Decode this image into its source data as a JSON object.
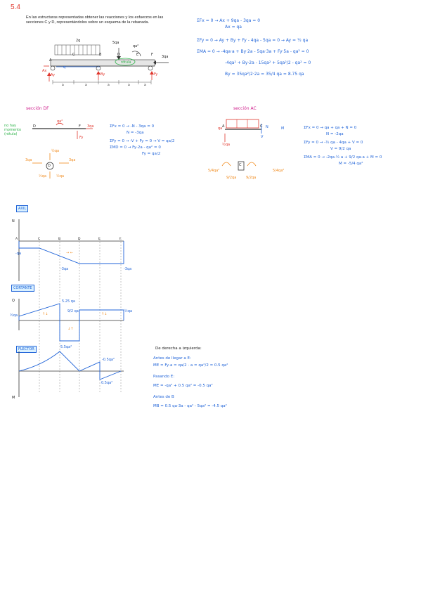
{
  "problem": {
    "number": "5.4",
    "statement_line1": "En las estructuras representadas obtener las reacciones y los esfuerzos en las",
    "statement_line2": "secciones C y D, representándolos sobre un esquema de la rebanada."
  },
  "beam": {
    "load_2q": "2q",
    "load_q": "q",
    "load_5qa": "5qa",
    "moment_qa2": "qa²",
    "load_3qa": "3qa",
    "point_A": "A",
    "point_B": "B",
    "point_C": "C",
    "point_D": "D",
    "point_E": "E",
    "point_F": "F",
    "rotula": "rótula",
    "Ax": "Ax",
    "Ay": "Ay",
    "By": "By",
    "Fy": "Fy",
    "dims": [
      "a",
      "a",
      "a",
      "a",
      "a"
    ]
  },
  "equations_top": [
    "ΣFx = 0 → Ax + 9qa - 3qa = 0",
    "Ax = qa",
    "ΣFy = 0 → Ay + By + Fy - 4qa - 5qa = 0 → Ay = ½ qa",
    "ΣMA = 0 → -4qa·a + By·2a - 5qa·3a + Fy·5a - qa² = 0",
    "-4qa² + By·2a - 15qa² + 5qa²/2 - qa² = 0",
    "By = 35qa²/2·2a = 35/4 qa = 8.75 qa"
  ],
  "section_DF": {
    "title": "sección DF",
    "note_line1": "no hay",
    "note_line2": "momento",
    "note_line3": "(rótula)",
    "eqs": [
      "ΣFx = 0 → -N - 3qa = 0",
      "N = -3qa",
      "ΣFy = 0 → -V + Fy = 0 → V = qa/2",
      "ΣMD = 0 → Fy·2a - qa² = 0",
      "Fy = qa/2"
    ],
    "labels": {
      "D": "D",
      "F": "F",
      "qa2": "qa²",
      "load3qa": "3qa",
      "Fy": "Fy",
      "N": "3qa",
      "V": "½qa",
      "M": "D"
    }
  },
  "section_AC": {
    "title": "sección AC",
    "eqs": [
      "ΣFx = 0 → qa + qa + N = 0",
      "N = -2qa",
      "ΣFy = 0 → -½ qa - 4qa + V = 0",
      "V = 9/2 qa",
      "ΣMA = 0 → -2qa·½ a + 9/2 qa·a + M = 0",
      "M = -5/4 qa²"
    ],
    "labels": {
      "A": "A",
      "C": "C",
      "N": "N",
      "V": "V",
      "M": "M",
      "qa": "qa",
      "half_qa": "½qa",
      "nine_half": "9/2qa",
      "five_quarter": "5/4qa²"
    }
  },
  "diagrams": {
    "axil_tag": "AXIL",
    "cortante_tag": "CORTANTE",
    "flector_tag": "FLECTOR",
    "axis_N": "N",
    "axis_Q": "Q",
    "axis_M": "M",
    "points": [
      "A",
      "C",
      "B",
      "D",
      "E",
      "F"
    ],
    "axil_values": {
      "left": "-qa",
      "mid": "-3qa",
      "right": "-3qa",
      "arrow": "→ ←"
    },
    "cortante_values": {
      "left": "½qa",
      "top": "5.25 qa",
      "mid_top": "9/2 qa",
      "right": "½qa",
      "sign_plus1": "↑↓",
      "sign_plus2": "↑↓",
      "sign_minus": "↓↑"
    },
    "flector_values": {
      "peak": "5.5qa²",
      "right_top": "-0.5qa²",
      "right_bottom": "0.5qa²"
    }
  },
  "moment_notes": {
    "title": "De derecha a izquierda:",
    "line1": "Antes de llegar a E:",
    "line2": "ME = Fy·a = qa/2 · a = qa²/2 = 0.5 qa²",
    "line3": "Pasando E:",
    "line4": "ME = -qa² + 0.5 qa² = -0.5 qa²",
    "line5": "Antes de B",
    "line6": "MB = 0.5 qa·3a - qa² - 5qa² = -4.5 qa²"
  }
}
